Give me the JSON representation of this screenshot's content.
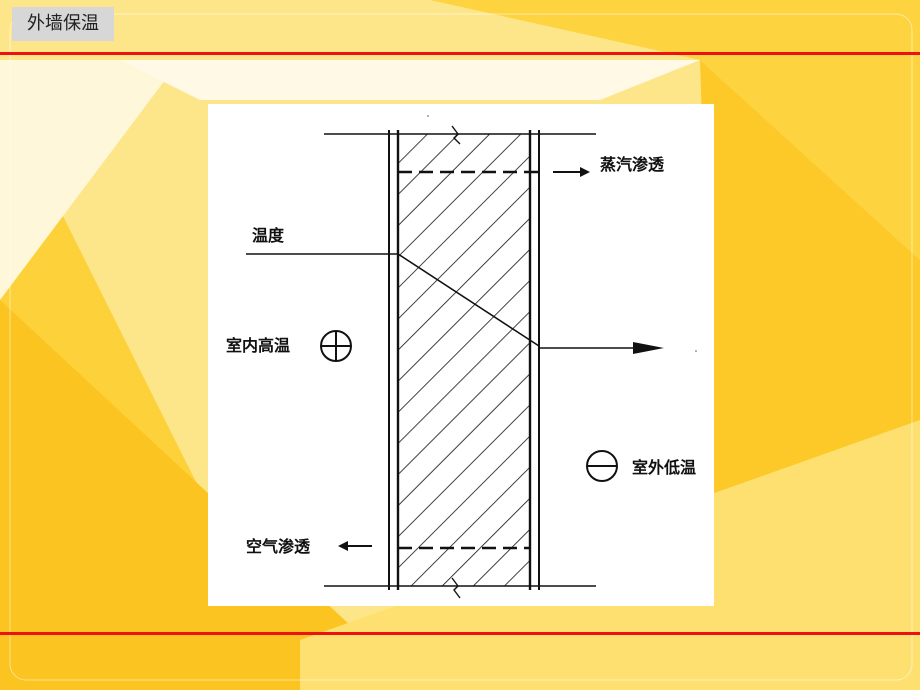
{
  "page": {
    "title": "外墙保温"
  },
  "diagram": {
    "labels": {
      "vapor": "蒸汽渗透",
      "temperature": "温度",
      "indoor": "室内高温",
      "outdoor": "室外低温",
      "air": "空气渗透"
    },
    "symbols": {
      "indoor": "plus-circle",
      "outdoor": "minus-circle"
    }
  },
  "colors": {
    "accent_red": "#ee1111",
    "background_yellow": "#fdd33b",
    "title_box": "#d7d7d7"
  }
}
